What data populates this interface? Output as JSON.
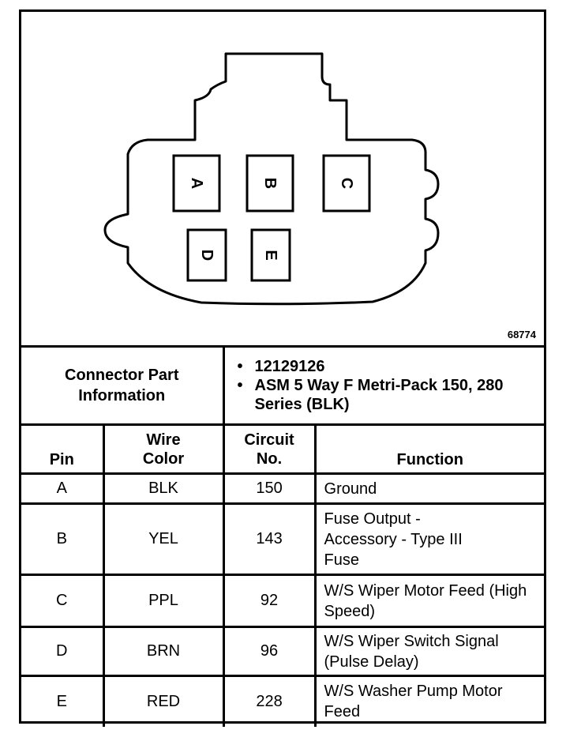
{
  "diagram": {
    "reference_number": "68774",
    "cavities": [
      {
        "label": "A"
      },
      {
        "label": "B"
      },
      {
        "label": "C"
      },
      {
        "label": "D"
      },
      {
        "label": "E"
      }
    ]
  },
  "connector_info": {
    "label": "Connector Part Information",
    "items": [
      "12129126",
      "ASM 5 Way F Metri-Pack 150, 280 Series (BLK)"
    ]
  },
  "table": {
    "headers": {
      "pin": "Pin",
      "wire_color": "Wire Color",
      "circuit_no": "Circuit No.",
      "function": "Function"
    },
    "rows": [
      {
        "pin": "A",
        "wire_color": "BLK",
        "circuit": "150",
        "function": "Ground"
      },
      {
        "pin": "B",
        "wire_color": "YEL",
        "circuit": "143",
        "function": "Fuse Output - Accessory - Type III Fuse"
      },
      {
        "pin": "C",
        "wire_color": "PPL",
        "circuit": "92",
        "function": "W/S Wiper Motor Feed (High Speed)"
      },
      {
        "pin": "D",
        "wire_color": "BRN",
        "circuit": "96",
        "function": "W/S Wiper Switch Signal (Pulse Delay)"
      },
      {
        "pin": "E",
        "wire_color": "RED",
        "circuit": "228",
        "function": "W/S Washer Pump Motor Feed"
      }
    ]
  }
}
